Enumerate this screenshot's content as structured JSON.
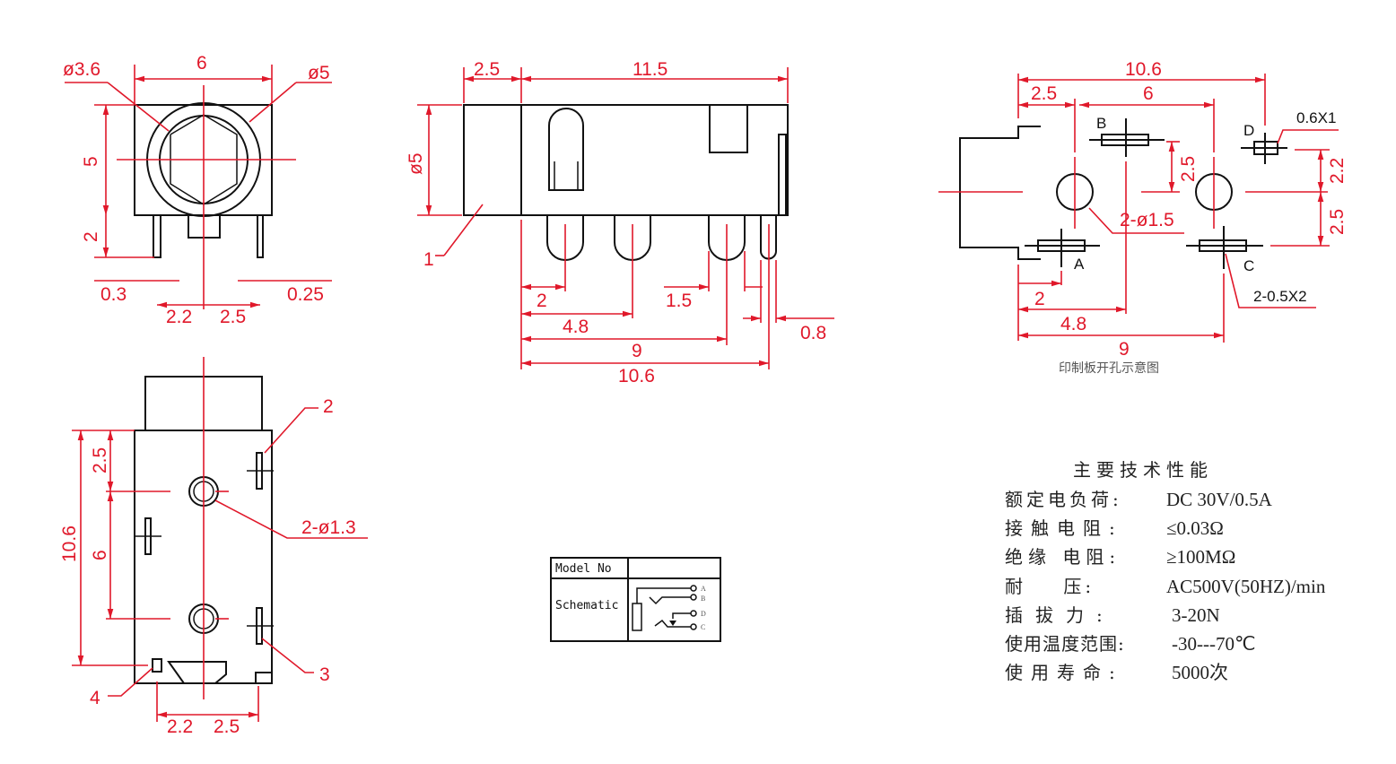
{
  "front_view": {
    "dia_hole": "ø3.6",
    "width": "6",
    "dia_outer": "ø5",
    "height": "5",
    "pin_length": "2",
    "pin_left_width": "0.3",
    "pin_right_width": "0.25",
    "offset_left": "2.2",
    "offset_right": "2.5"
  },
  "side_view": {
    "front_length": "2.5",
    "body_length": "11.5",
    "diameter": "ø5",
    "callout_1": "1",
    "pin_pitch_1": "2",
    "pin_width": "1.5",
    "pin_dist_2": "4.8",
    "pin_end_width": "0.8",
    "pin_dist_3": "9",
    "total_length": "10.6"
  },
  "pcb_layout": {
    "total": "10.6",
    "left_offset": "2.5",
    "hole_spacing": "6",
    "label_b": "B",
    "label_d": "D",
    "label_a": "A",
    "label_c": "C",
    "pad_d_size": "0.6X1",
    "b_offset": "2.5",
    "d_offset": "2.2",
    "ac_offset": "2.5",
    "holes": "2-ø1.5",
    "pads_ac": "2-0.5X2",
    "dist_a": "2",
    "dist_b": "4.8",
    "dist_c": "9",
    "caption": "印制板开孔示意图"
  },
  "bottom_view": {
    "callout_2": "2",
    "top_offset": "2.5",
    "total": "10.6",
    "hole_spacing": "6",
    "holes": "2-ø1.3",
    "callout_3": "3",
    "callout_4": "4",
    "offset_left": "2.2",
    "offset_right": "2.5"
  },
  "schematic_table": {
    "model_label": "Model No",
    "model_value": "",
    "schematic_label": "Schematic",
    "pins": [
      "A",
      "B",
      "D",
      "C"
    ]
  },
  "specs": {
    "title": "主要技术性能",
    "rows": [
      {
        "label": "额定电负荷:",
        "value": "DC  30V/0.5A"
      },
      {
        "label": "接触电阻:",
        "value": "≤0.03Ω"
      },
      {
        "label": "绝缘 电阻:",
        "value": "≥100MΩ"
      },
      {
        "label": "耐    压:",
        "value": "AC500V(50HZ)/min"
      },
      {
        "label": "插拔力:",
        "value": "3-20N"
      },
      {
        "label": "使用温度范围:",
        "value": "-30---70℃"
      },
      {
        "label": "使用寿命:",
        "value": "5000次"
      }
    ]
  }
}
